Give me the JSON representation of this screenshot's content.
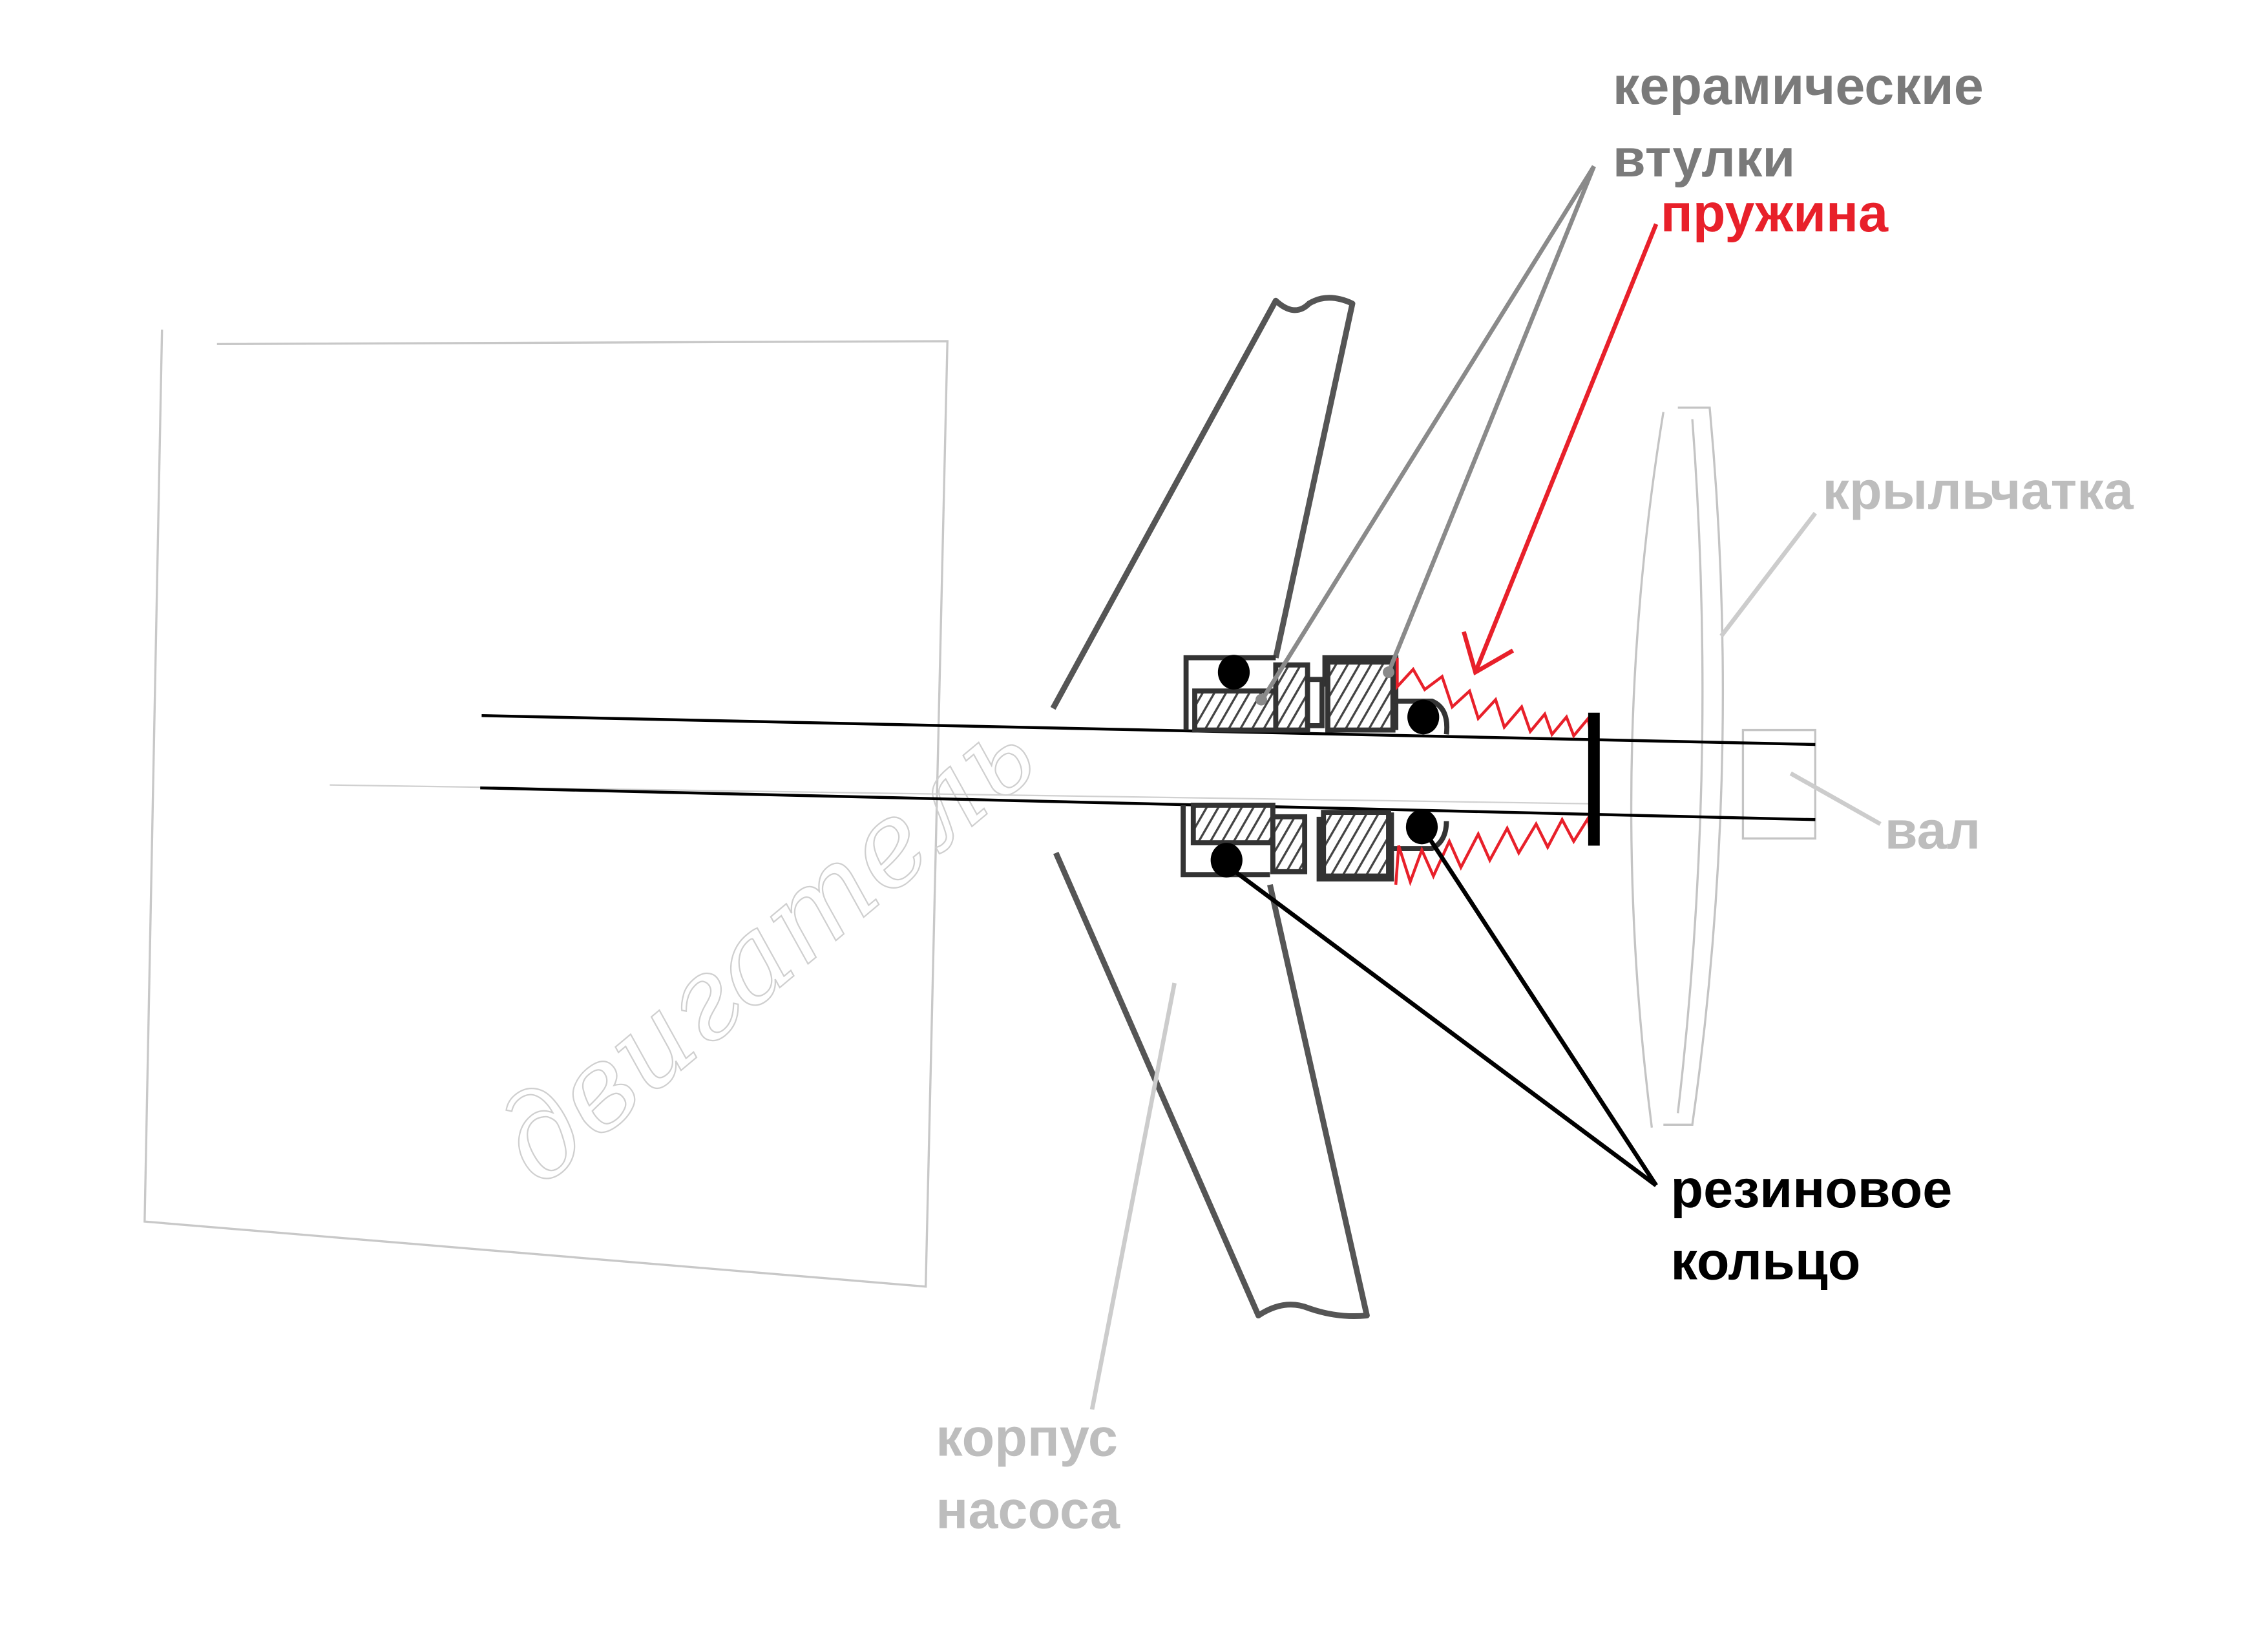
{
  "labels": {
    "ceramic_bushings": [
      "керамические",
      "втулки"
    ],
    "spring": "пружина",
    "impeller": "крыльчатка",
    "shaft": "вал",
    "rubber_ring": [
      "резиновое",
      "кольцо"
    ],
    "pump_housing": [
      "корпус",
      "насоса"
    ],
    "motor": "двигатель"
  },
  "colors": {
    "ceramic_label": "#7a7a7a",
    "spring": "#e8202a",
    "light_label": "#bdbdbd",
    "rubber_label": "#000000",
    "marker": "#555555"
  }
}
